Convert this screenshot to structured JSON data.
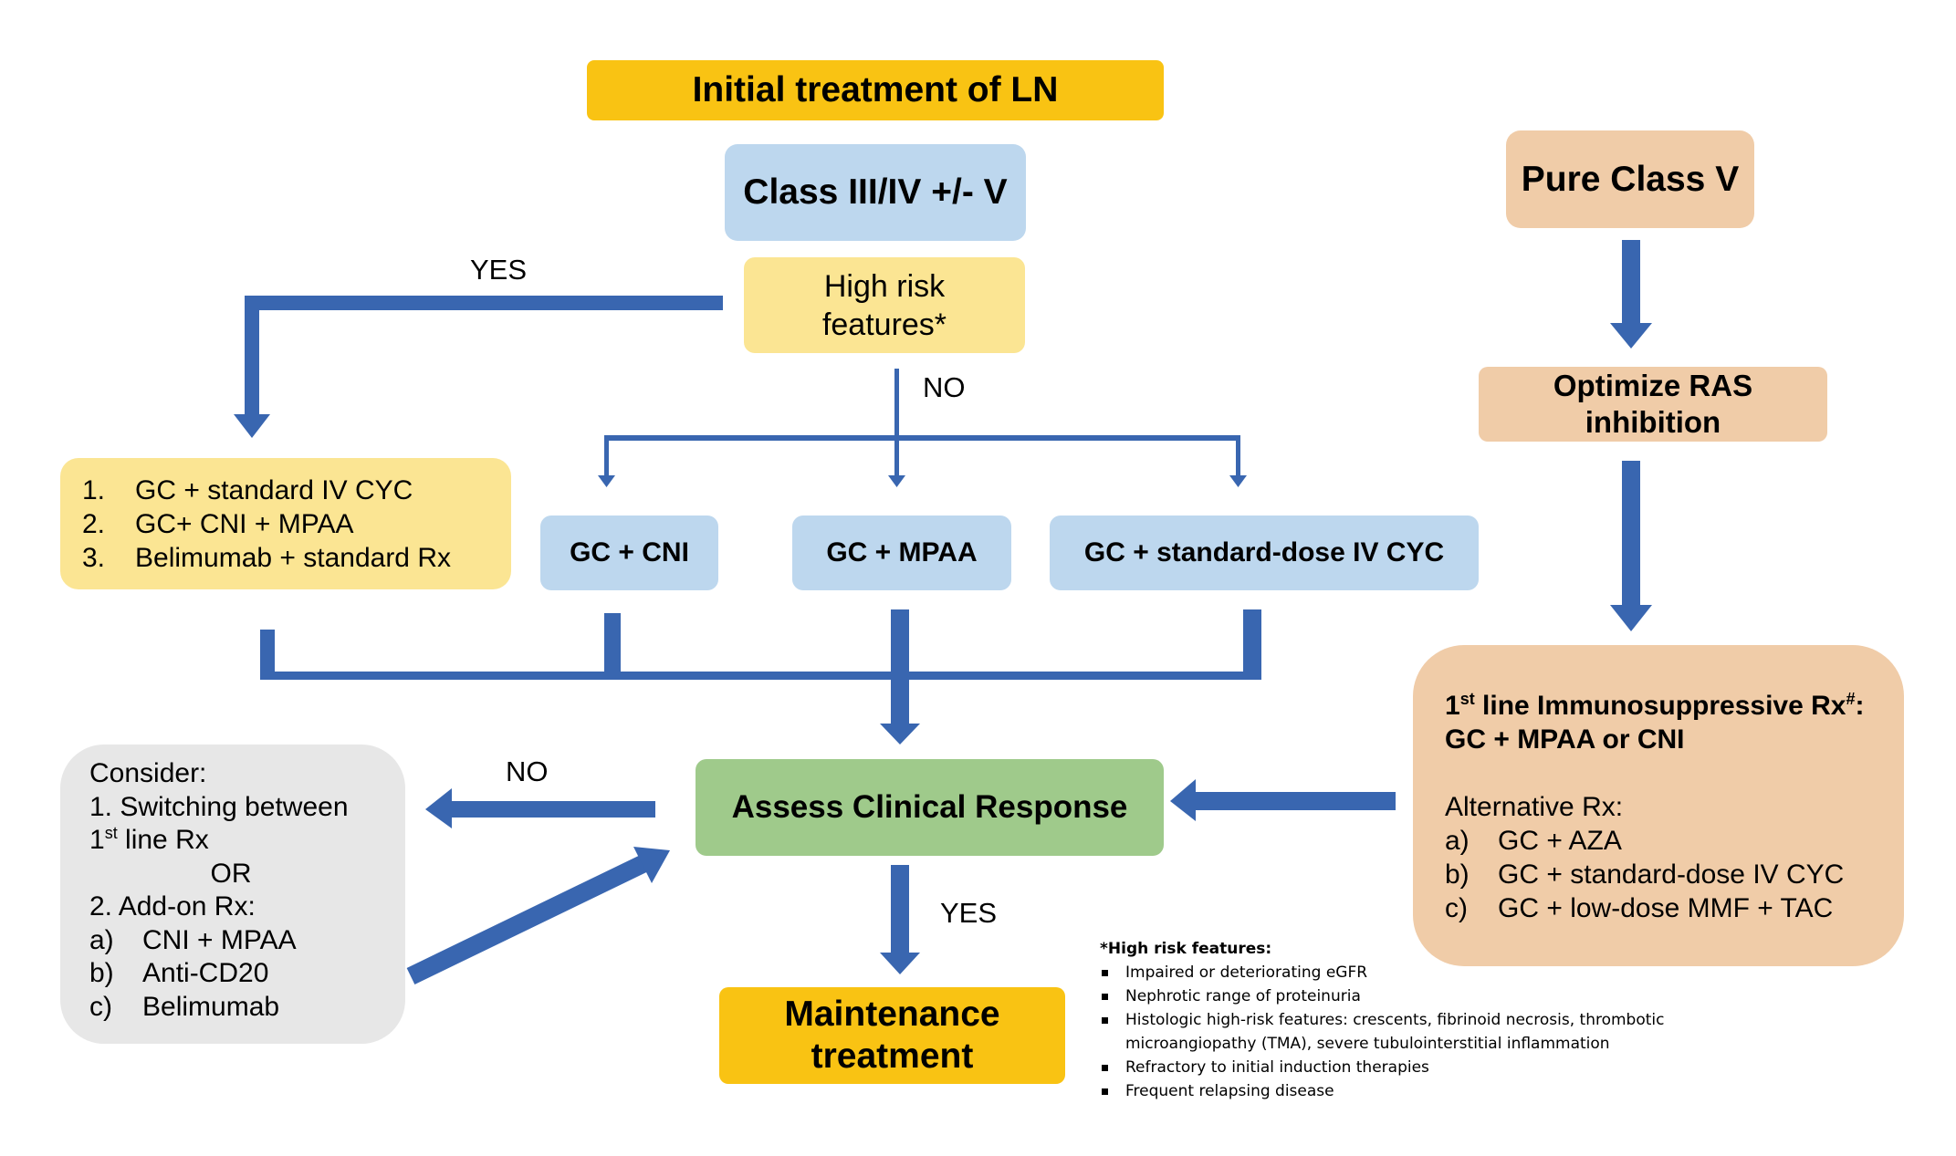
{
  "title": "Initial treatment of LN",
  "class_iv": "Class III/IV +/- V",
  "high_risk": [
    "High risk",
    "features*"
  ],
  "yes": "YES",
  "no": "NO",
  "high_risk_options": [
    {
      "num": "1.",
      "text": "GC + standard IV CYC"
    },
    {
      "num": "2.",
      "text": "GC+ CNI + MPAA"
    },
    {
      "num": "3.",
      "text": "Belimumab + standard Rx"
    }
  ],
  "standard_options": [
    "GC + CNI",
    "GC + MPAA",
    "GC + standard-dose IV CYC"
  ],
  "assess": "Assess Clinical Response",
  "maintenance": [
    "Maintenance",
    "treatment"
  ],
  "consider": {
    "heading": "Consider:",
    "switch_1": "1. Switching between",
    "switch_2_pre": "1",
    "switch_2_sup": "st",
    "switch_2_post": " line Rx",
    "or": "OR",
    "addon": "2. Add-on Rx:",
    "items": [
      {
        "letter": "a)",
        "text": "CNI + MPAA"
      },
      {
        "letter": "b)",
        "text": "Anti-CD20"
      },
      {
        "letter": "c)",
        "text": "Belimumab"
      }
    ]
  },
  "pure_v": "Pure Class V",
  "optimize_ras": [
    "Optimize RAS",
    "inhibition"
  ],
  "first_line": {
    "pre": "1",
    "sup1": "st",
    "mid": " line Immunosuppressive Rx",
    "sup2": "#",
    "post": ":",
    "line2": "GC + MPAA or CNI",
    "alt_heading": "Alternative Rx:",
    "alternatives": [
      {
        "letter": "a)",
        "text": "GC + AZA"
      },
      {
        "letter": "b)",
        "text": "GC + standard-dose IV CYC"
      },
      {
        "letter": "c)",
        "text": "GC + low-dose MMF + TAC"
      }
    ]
  },
  "footnote": {
    "title": "*High risk features:",
    "items": [
      "Impaired or deteriorating eGFR",
      "Nephrotic range of proteinuria",
      "Histologic high-risk features: crescents, fibrinoid necrosis, thrombotic microangiopathy (TMA), severe tubulointerstitial inflammation",
      "Refractory to initial induction therapies",
      "Frequent relapsing disease"
    ]
  },
  "colors": {
    "arrow": "#3966B0",
    "gold": "#F9C313",
    "light_blue": "#BDD7EE",
    "light_yellow": "#FBE593",
    "peach": "#F0CCA8",
    "green": "#9FCA8B",
    "gray": "#E7E7E7"
  }
}
